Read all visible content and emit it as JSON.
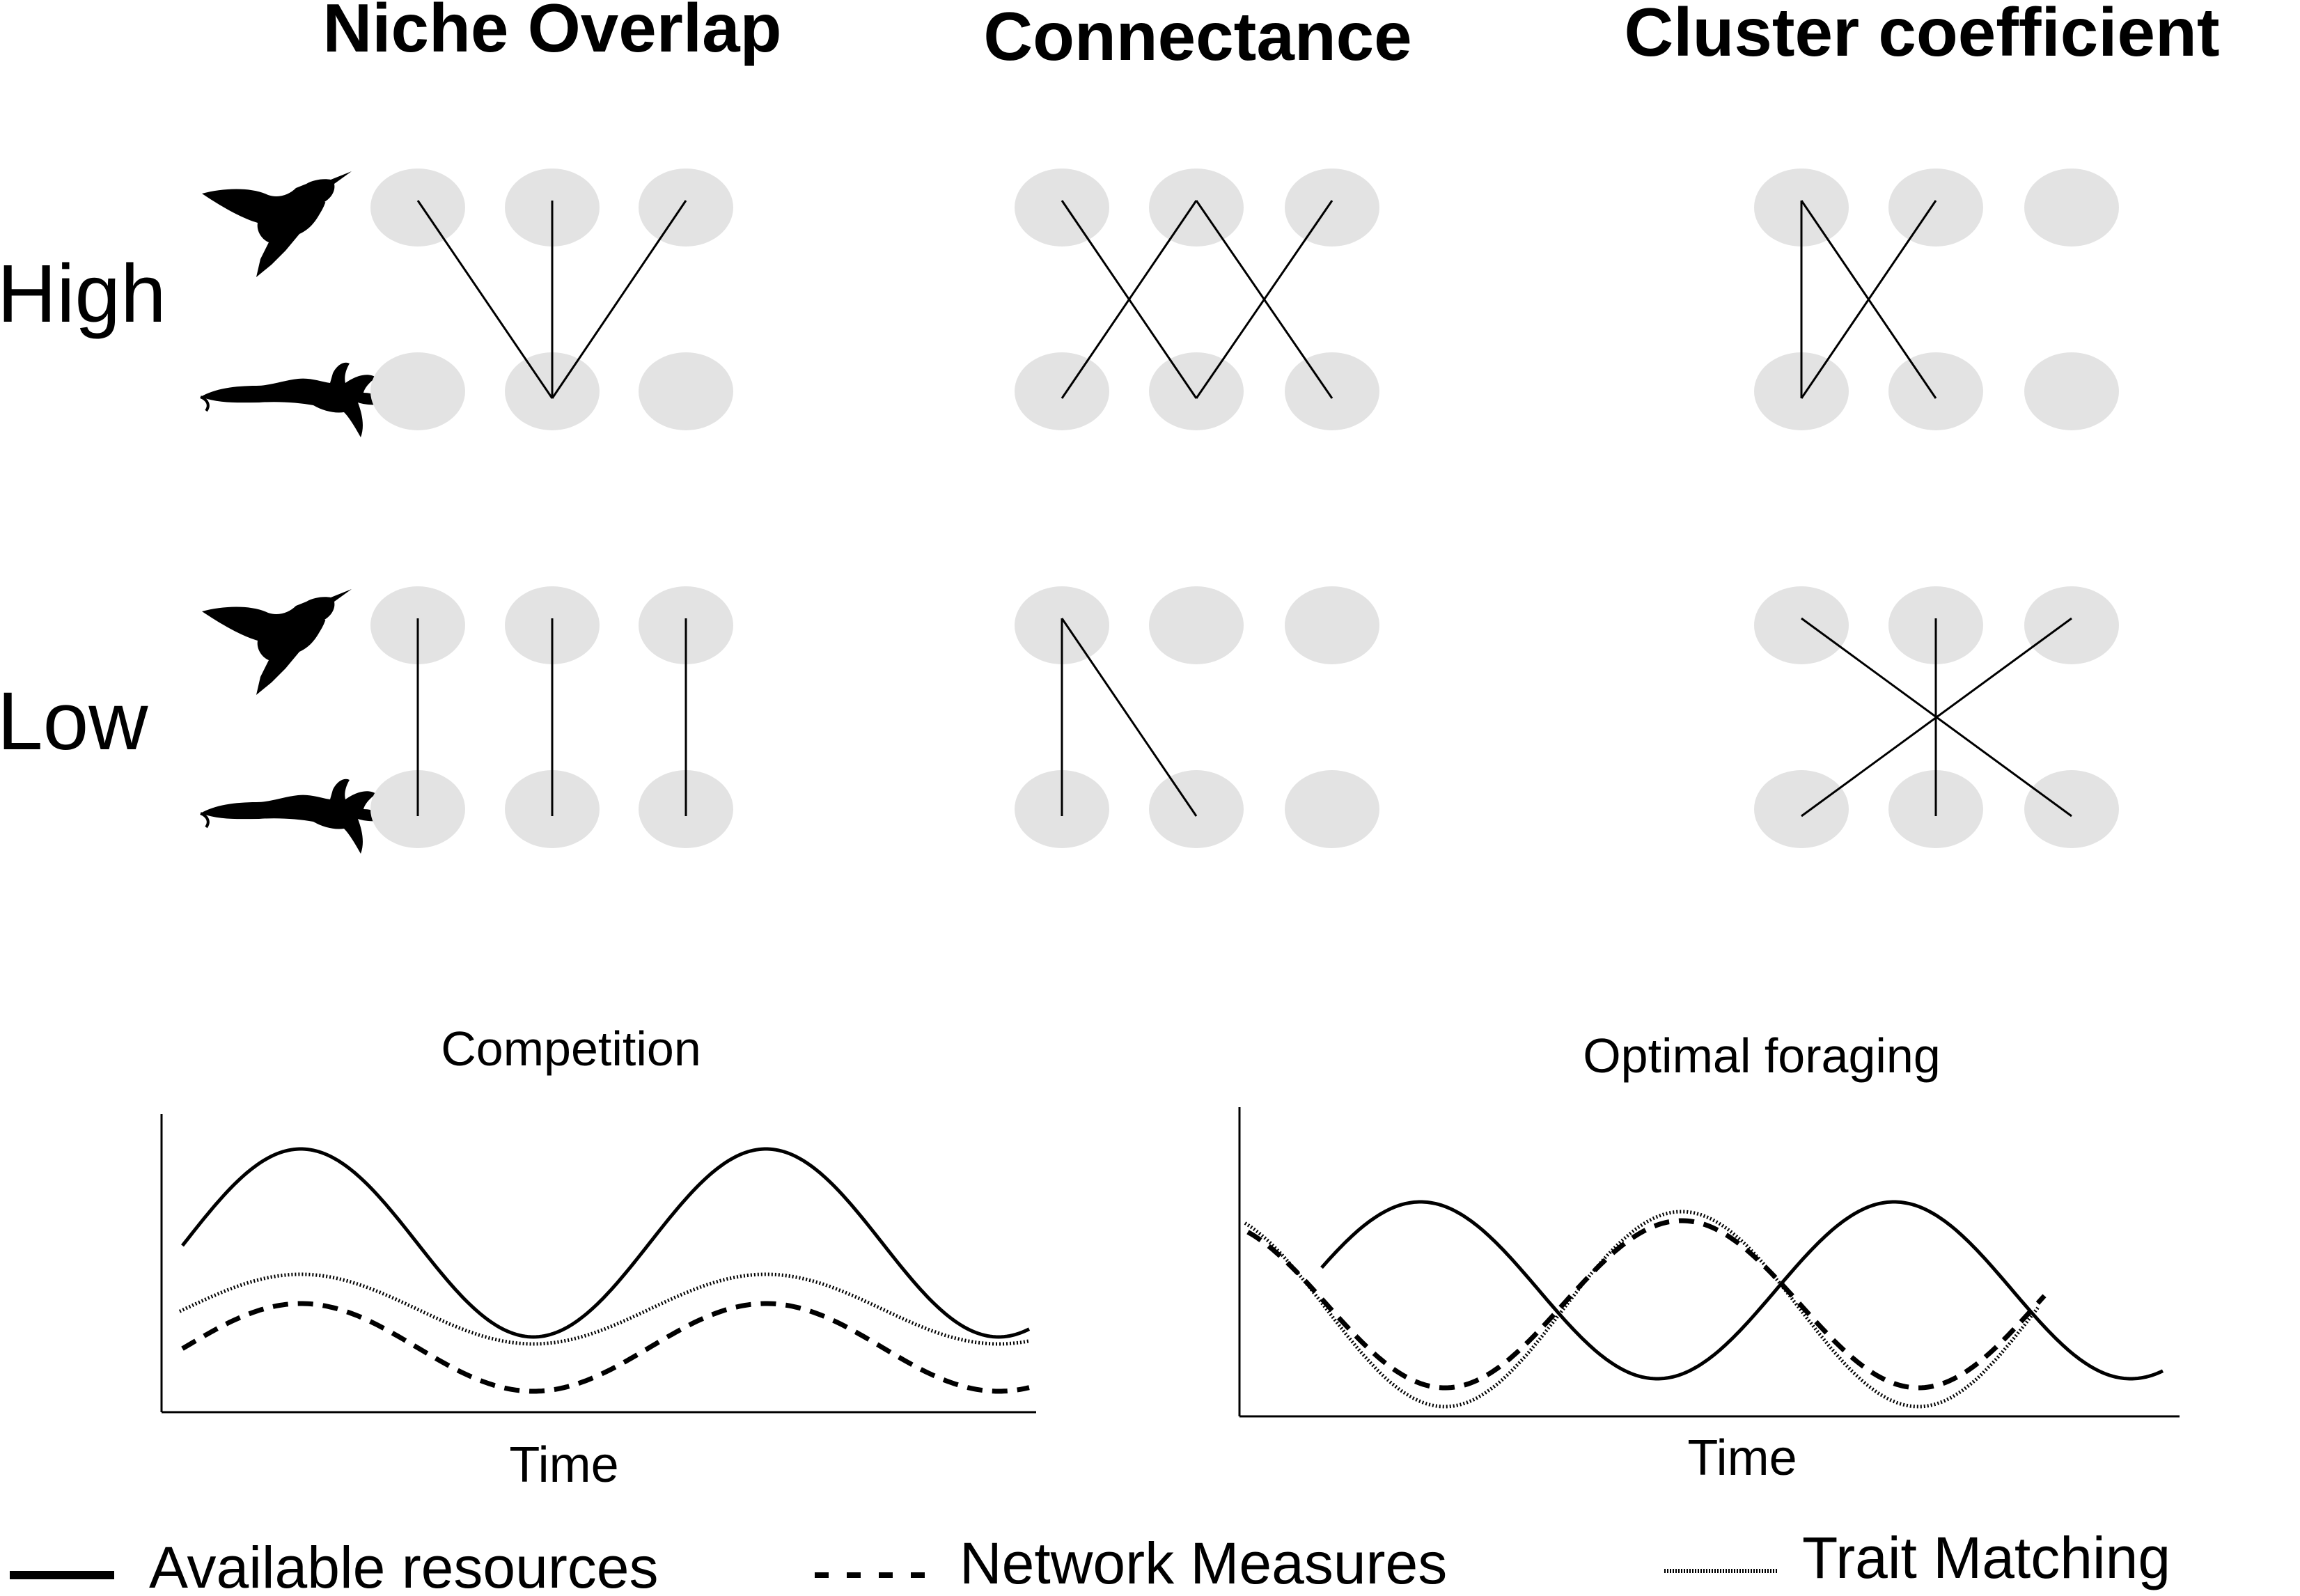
{
  "columns": [
    {
      "title": "Niche Overlap"
    },
    {
      "title": "Connectance"
    },
    {
      "title": "Cluster coefficient"
    }
  ],
  "rows": [
    {
      "label": "High"
    },
    {
      "label": "Low"
    }
  ],
  "icons": {
    "pollinator": "hummingbird-icon",
    "plant": "flower-icon"
  },
  "networks": {
    "niche_overlap": {
      "high": [
        [
          0,
          1
        ],
        [
          1,
          1
        ],
        [
          2,
          1
        ]
      ],
      "low": [
        [
          0,
          0
        ],
        [
          1,
          1
        ],
        [
          2,
          2
        ]
      ]
    },
    "connectance": {
      "high": [
        [
          0,
          1
        ],
        [
          1,
          0
        ],
        [
          1,
          2
        ],
        [
          2,
          1
        ]
      ],
      "low": [
        [
          0,
          0
        ],
        [
          0,
          1
        ]
      ]
    },
    "cluster_coefficient": {
      "high": [
        [
          0,
          0
        ],
        [
          0,
          1
        ],
        [
          1,
          0
        ]
      ],
      "low": [
        [
          0,
          2
        ],
        [
          1,
          1
        ],
        [
          2,
          0
        ]
      ]
    }
  },
  "chart_data": [
    {
      "type": "line",
      "title": "Competition",
      "xlabel": "Time",
      "series": [
        {
          "name": "Available resources",
          "style": "solid",
          "periods": 2,
          "phase": "peak-early"
        },
        {
          "name": "Trait Matching",
          "style": "dotted",
          "relation": "in phase, lower amplitude"
        },
        {
          "name": "Network Measures",
          "style": "dashed",
          "relation": "in phase, lowest"
        }
      ]
    },
    {
      "type": "line",
      "title": "Optimal foraging",
      "xlabel": "Time",
      "series": [
        {
          "name": "Available resources",
          "style": "solid",
          "periods": 2
        },
        {
          "name": "Network Measures",
          "style": "dashed",
          "relation": "anti-phase"
        },
        {
          "name": "Trait Matching",
          "style": "dotted",
          "relation": "anti-phase, lower"
        }
      ]
    }
  ],
  "legend": [
    {
      "label": "Available resources",
      "style": "solid"
    },
    {
      "label": "Network Measures",
      "style": "dashed"
    },
    {
      "label": "Trait Matching",
      "style": "dotted"
    }
  ]
}
